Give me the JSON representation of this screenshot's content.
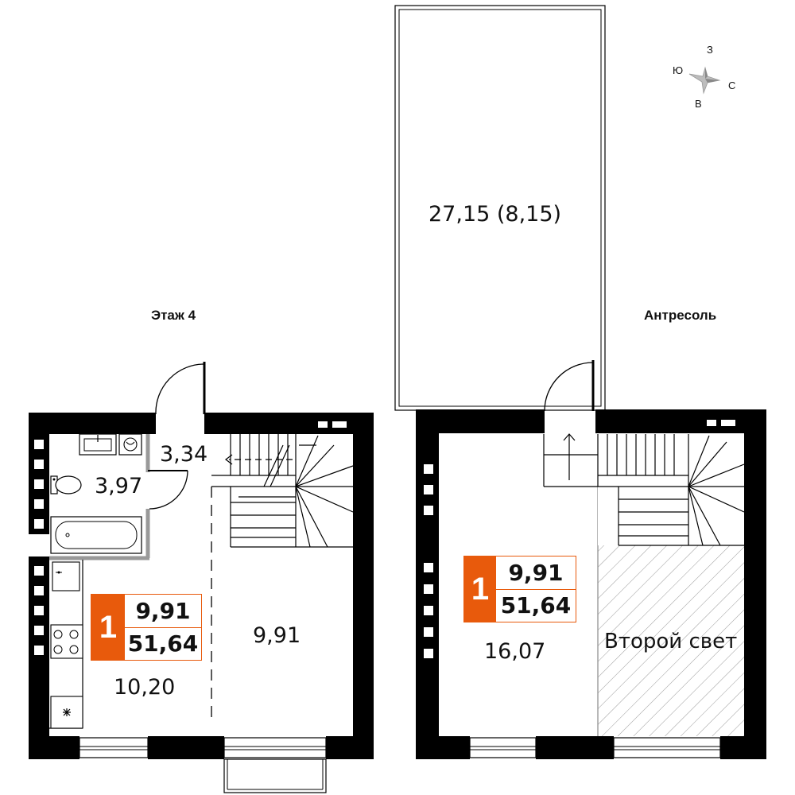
{
  "floors": {
    "floor4": {
      "title": "Этаж 4"
    },
    "mezzanine": {
      "title": "Антресоль"
    }
  },
  "rooms": {
    "corridor": "3,34",
    "bathroom": "3,97",
    "kitchen": "10,20",
    "living": "9,91",
    "balcony": "27,15 (8,15)",
    "mezzanine_room": "16,07",
    "second_light": "Второй свет"
  },
  "badge": {
    "rooms": "1",
    "living_area": "9,91",
    "total_area": "51,64"
  },
  "compass": {
    "north": "С",
    "south": "Ю",
    "west": "З",
    "east": "В"
  },
  "colors": {
    "accent": "#e85a0c",
    "wall": "#000000",
    "line": "#333333"
  },
  "icons": [
    "compass-rose-icon",
    "toilet-icon",
    "bathtub-icon",
    "sink-icon",
    "washer-icon",
    "stove-icon",
    "fridge-icon"
  ]
}
